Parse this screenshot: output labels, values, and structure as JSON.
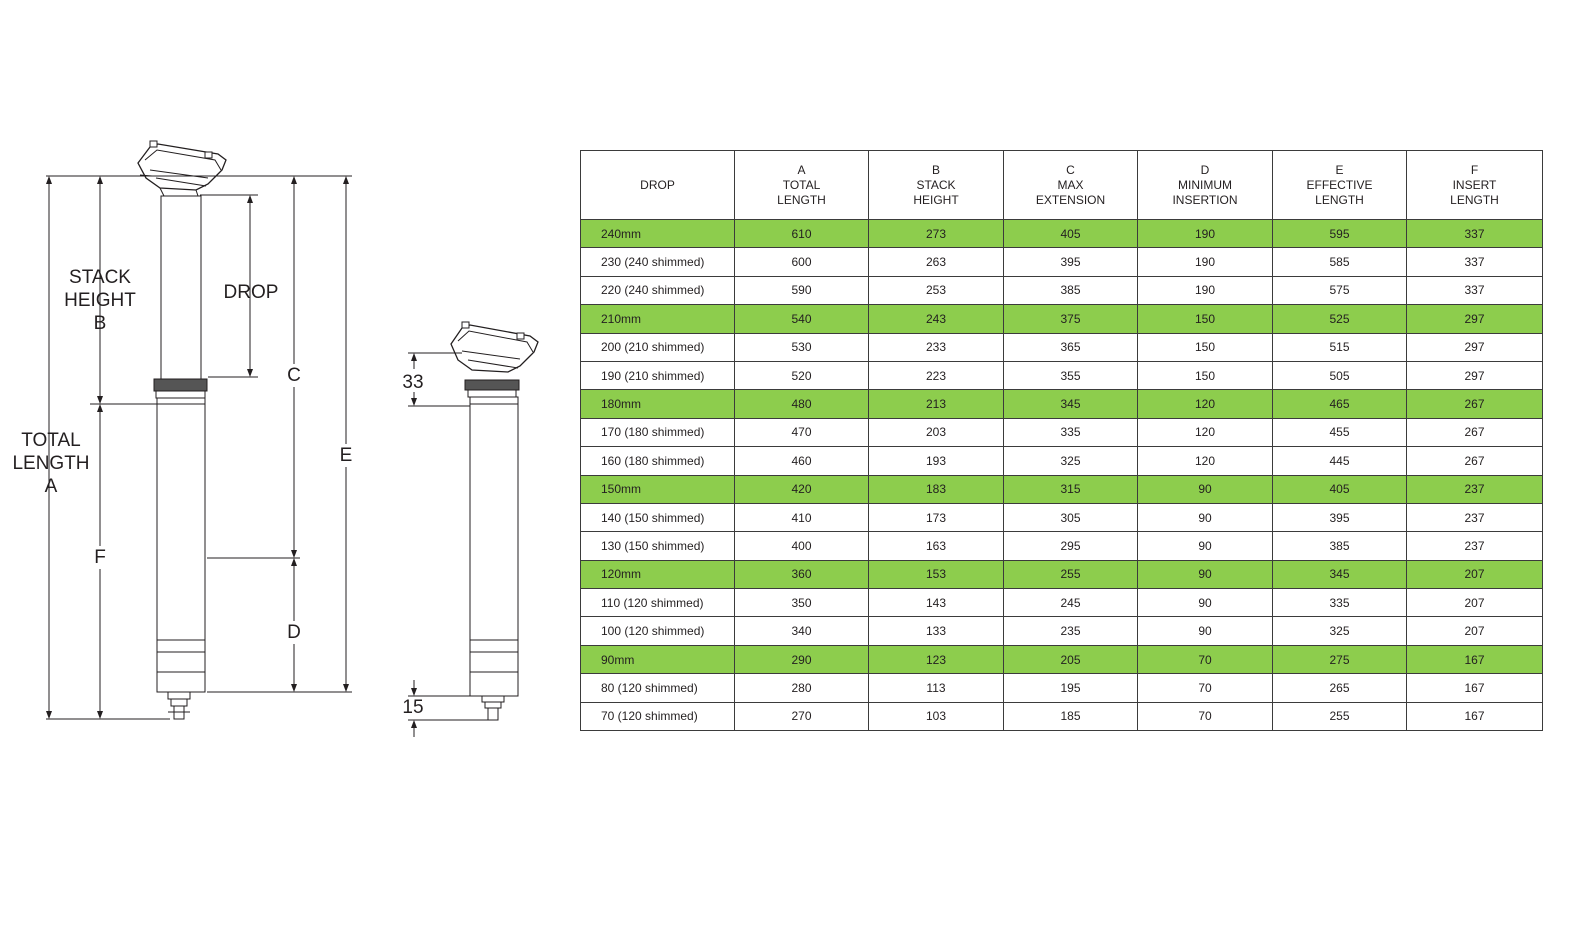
{
  "diagram": {
    "labels": {
      "stack_height": "STACK\nHEIGHT\nB",
      "drop": "DROP",
      "total_length": "TOTAL\nLENGTH\nA",
      "c": "C",
      "e": "E",
      "f": "F",
      "d": "D",
      "dim_33": "33",
      "dim_15": "15"
    },
    "line_color": "#231f20"
  },
  "table": {
    "highlight_color": "#8dcd4d",
    "headers": [
      "DROP",
      "A\nTOTAL\nLENGTH",
      "B\nSTACK\nHEIGHT",
      "C\nMAX\nEXTENSION",
      "D\nMINIMUM\nINSERTION",
      "E\nEFFECTIVE\nLENGTH",
      "F\nINSERT\nLENGTH"
    ],
    "rows": [
      {
        "highlight": true,
        "cells": [
          "240mm",
          "610",
          "273",
          "405",
          "190",
          "595",
          "337"
        ]
      },
      {
        "highlight": false,
        "cells": [
          "230 (240 shimmed)",
          "600",
          "263",
          "395",
          "190",
          "585",
          "337"
        ]
      },
      {
        "highlight": false,
        "cells": [
          "220 (240 shimmed)",
          "590",
          "253",
          "385",
          "190",
          "575",
          "337"
        ]
      },
      {
        "highlight": true,
        "cells": [
          "210mm",
          "540",
          "243",
          "375",
          "150",
          "525",
          "297"
        ]
      },
      {
        "highlight": false,
        "cells": [
          "200 (210 shimmed)",
          "530",
          "233",
          "365",
          "150",
          "515",
          "297"
        ]
      },
      {
        "highlight": false,
        "cells": [
          "190 (210 shimmed)",
          "520",
          "223",
          "355",
          "150",
          "505",
          "297"
        ]
      },
      {
        "highlight": true,
        "cells": [
          "180mm",
          "480",
          "213",
          "345",
          "120",
          "465",
          "267"
        ]
      },
      {
        "highlight": false,
        "cells": [
          "170 (180 shimmed)",
          "470",
          "203",
          "335",
          "120",
          "455",
          "267"
        ]
      },
      {
        "highlight": false,
        "cells": [
          "160 (180 shimmed)",
          "460",
          "193",
          "325",
          "120",
          "445",
          "267"
        ]
      },
      {
        "highlight": true,
        "cells": [
          "150mm",
          "420",
          "183",
          "315",
          "90",
          "405",
          "237"
        ]
      },
      {
        "highlight": false,
        "cells": [
          "140 (150 shimmed)",
          "410",
          "173",
          "305",
          "90",
          "395",
          "237"
        ]
      },
      {
        "highlight": false,
        "cells": [
          "130 (150 shimmed)",
          "400",
          "163",
          "295",
          "90",
          "385",
          "237"
        ]
      },
      {
        "highlight": true,
        "cells": [
          "120mm",
          "360",
          "153",
          "255",
          "90",
          "345",
          "207"
        ]
      },
      {
        "highlight": false,
        "cells": [
          "110 (120 shimmed)",
          "350",
          "143",
          "245",
          "90",
          "335",
          "207"
        ]
      },
      {
        "highlight": false,
        "cells": [
          "100 (120 shimmed)",
          "340",
          "133",
          "235",
          "90",
          "325",
          "207"
        ]
      },
      {
        "highlight": true,
        "cells": [
          "90mm",
          "290",
          "123",
          "205",
          "70",
          "275",
          "167"
        ]
      },
      {
        "highlight": false,
        "cells": [
          "80 (120 shimmed)",
          "280",
          "113",
          "195",
          "70",
          "265",
          "167"
        ]
      },
      {
        "highlight": false,
        "cells": [
          "70 (120 shimmed)",
          "270",
          "103",
          "185",
          "70",
          "255",
          "167"
        ]
      }
    ]
  }
}
